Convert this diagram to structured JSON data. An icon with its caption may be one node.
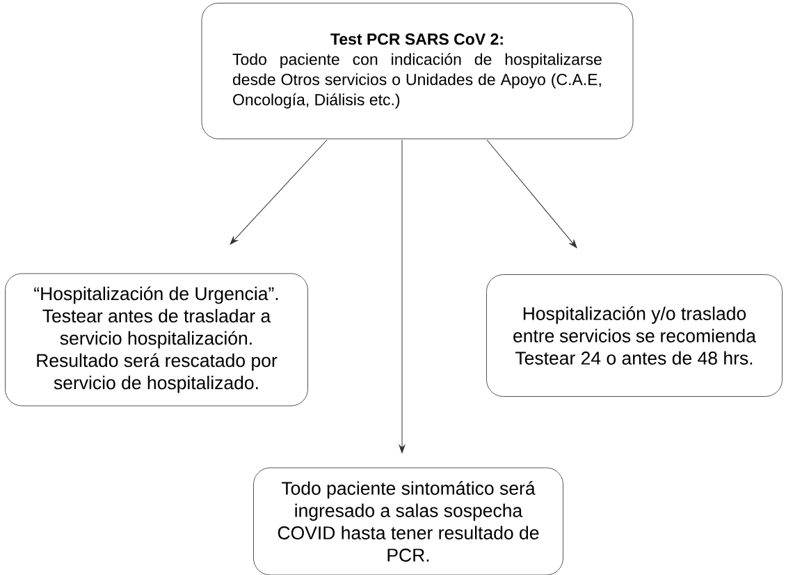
{
  "diagram": {
    "nodes": [
      {
        "text": [
          "Test PCR SARS CoV 2:",
          "Todo paciente con indicación de hospitalizarse desde Otros servicios o Unidades de Apoyo (C.A.E, Oncología, Diálisis etc.)"
        ]
      },
      {
        "text": [
          "“Hospitalización de Urgencia”. Testear antes de trasladar a servicio hospitalización. Resultado será rescatado por servicio de hospitalizado."
        ]
      },
      {
        "text": [
          "Hospitalización y/o traslado entre servicios se recomienda Testear 24 o antes de 48 hrs."
        ]
      },
      {
        "text": [
          "Todo paciente sintomático será ingresado a salas sospecha COVID hasta tener resultado de PCR."
        ]
      }
    ],
    "edges": [
      {
        "from": 0,
        "to": 1,
        "arrow": "to"
      },
      {
        "from": 0,
        "to": 3,
        "arrow": "to"
      },
      {
        "from": 0,
        "to": 2,
        "arrow": "to"
      }
    ]
  }
}
